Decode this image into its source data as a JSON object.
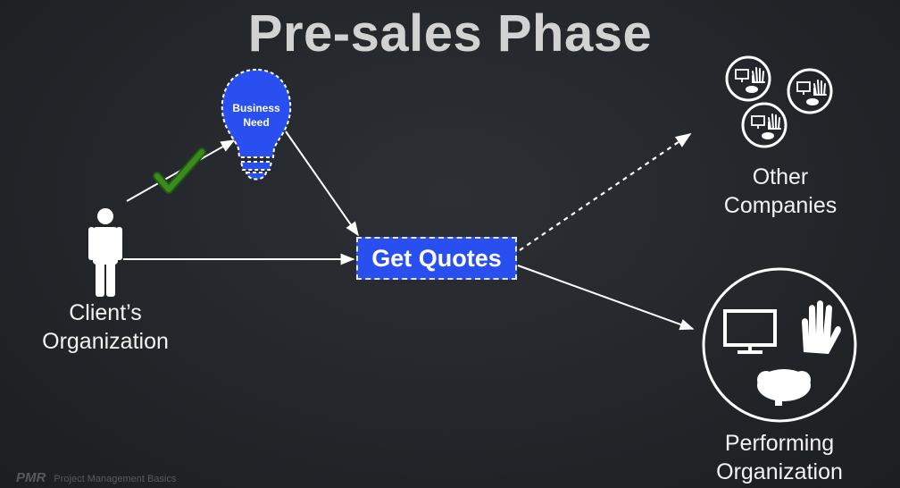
{
  "title": "Pre-sales Phase",
  "nodes": {
    "business_need": "Business\nNeed",
    "get_quotes": "Get Quotes",
    "client_label": "Client’s\nOrganization",
    "other_label": "Other\nCompanies",
    "performing_label": "Performing\nOrganization"
  },
  "icons": [
    "person-icon",
    "lightbulb-icon",
    "checkmark-icon",
    "monitor-icon",
    "hand-icon",
    "brain-icon"
  ],
  "colors": {
    "accent_blue": "#2a4ff0",
    "check_green": "#3a8a1e",
    "title_gray": "#d2d2d2"
  },
  "watermark": {
    "logo": "PMR",
    "text": "Project Management Basics"
  }
}
